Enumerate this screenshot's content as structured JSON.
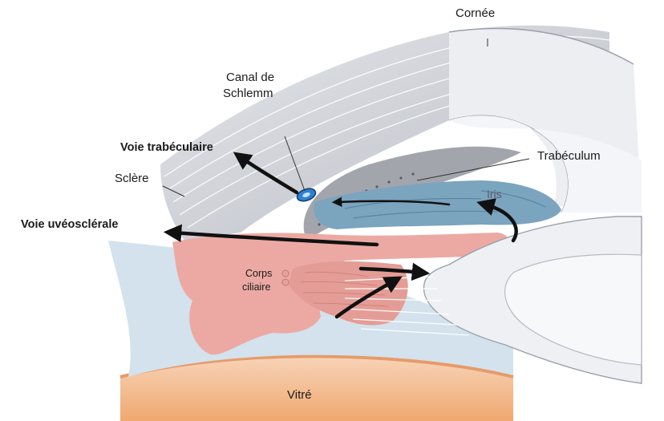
{
  "labels": {
    "cornea": "Cornée",
    "schlemm_line1": "Canal de",
    "schlemm_line2": "Schlemm",
    "trabecular_pathway": "Voie trabéculaire",
    "trabeculum": "Trabéculum",
    "sclera": "Sclère",
    "iris": "Iris",
    "uveoscleral_pathway": "Voie uvéosclérale",
    "ciliary_body_line1": "Corps",
    "ciliary_body_line2": "ciliaire",
    "vitreous": "Vitré"
  },
  "colors": {
    "sclera_gray": "#c9ccd3",
    "cornea_light": "#eef0f4",
    "trabeculum_gray": "#a9acb3",
    "iris_blue": "#7aa3bd",
    "ciliary_pink": "#eaa9a4",
    "vitreous_blue": "#cfe0ea",
    "choroid_orange": "#f2b48a",
    "schlemm_blue": "#2f7fd0",
    "arrow": "#111111"
  }
}
